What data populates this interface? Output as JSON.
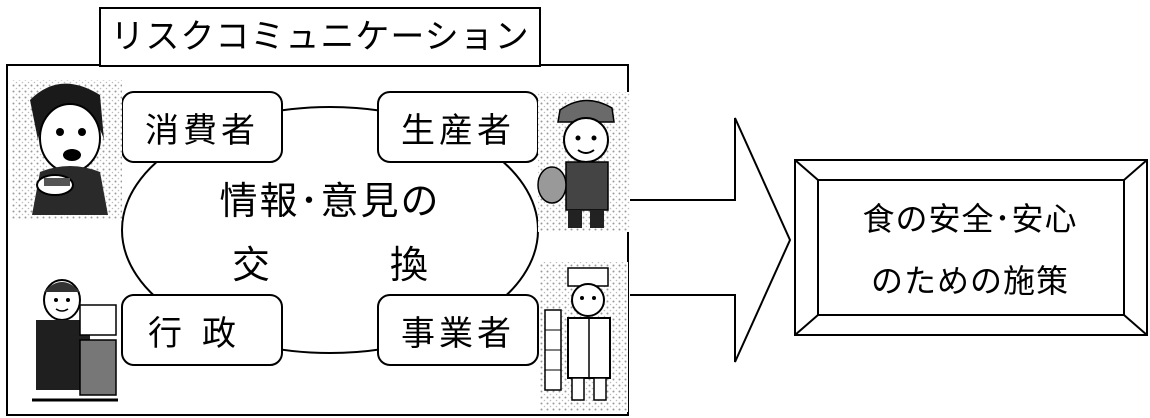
{
  "title": "リスクコミュニケーション",
  "stakeholders": {
    "consumer": "消費者",
    "producer": "生産者",
    "administration": "行政",
    "business": "事業者"
  },
  "center": {
    "line1": "情報･意見の",
    "line2": "交換"
  },
  "result": {
    "line1": "食の安全･安心",
    "line2": "のための施策"
  },
  "icons": {
    "consumer": "woman-eating-icon",
    "producer": "farmer-icon",
    "administration": "official-at-desk-icon",
    "business": "food-worker-icon",
    "flow": "right-arrow-icon"
  }
}
